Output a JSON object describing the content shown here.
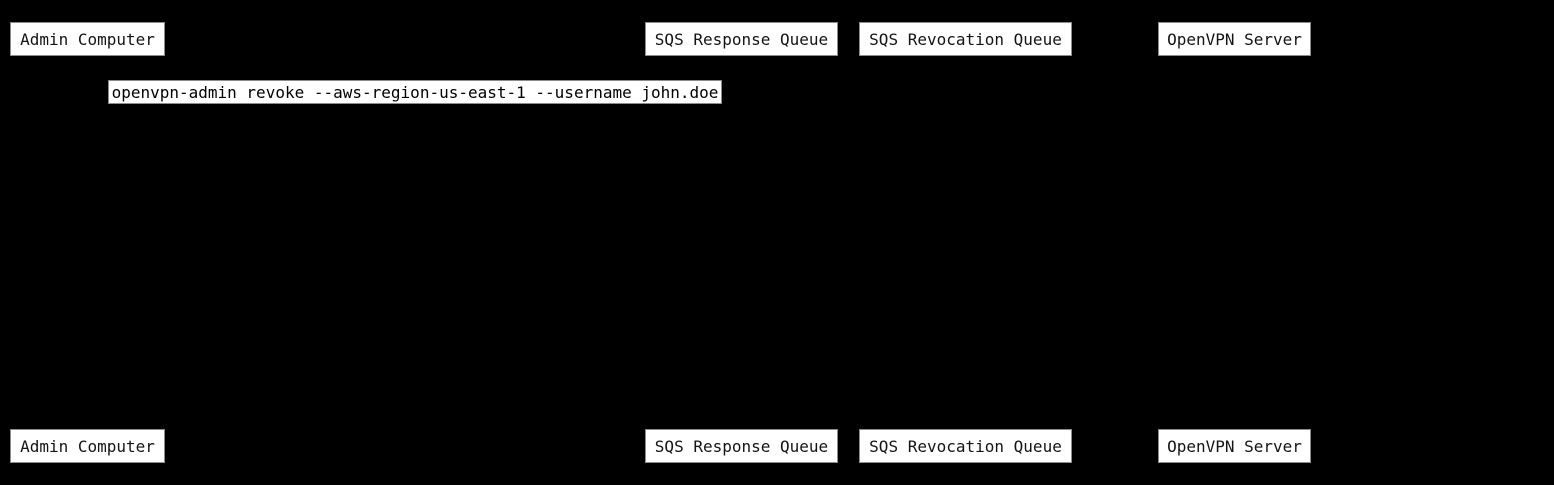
{
  "diagram": {
    "kind": "sequence-diagram",
    "background_color": "#000000",
    "actor_box_fill": "#ffffff",
    "actor_box_border": "#8c8c8c",
    "actor_text_color": "#141414",
    "actors": [
      {
        "label": "Admin Computer"
      },
      {
        "label": "SQS Response Queue"
      },
      {
        "label": "SQS Revocation Queue"
      },
      {
        "label": "OpenVPN Server"
      }
    ],
    "message": {
      "text": "openvpn-admin revoke --aws-region-us-east-1 --username john.doe",
      "background": "#ffffff",
      "text_color": "#000000"
    }
  }
}
